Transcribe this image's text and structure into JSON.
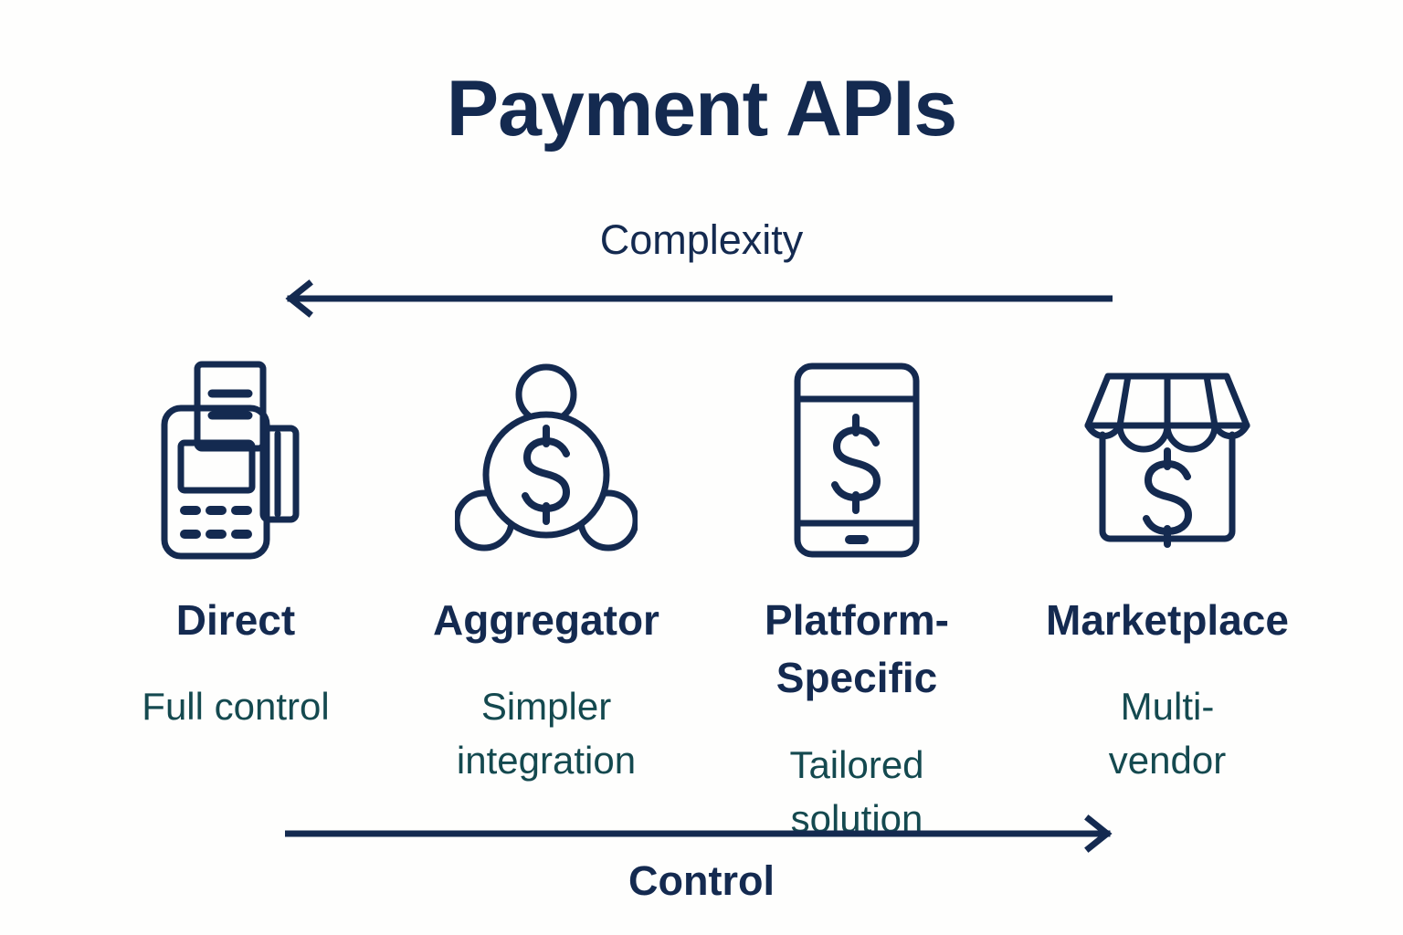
{
  "page": {
    "title": "Payment APIs",
    "background_color": "#fefefd",
    "primary_color": "#142a50",
    "accent_color": "#14494f"
  },
  "axes": {
    "top": {
      "caption": "Complexity",
      "direction": "left",
      "arrowhead": "chevron-left-icon"
    },
    "bottom": {
      "caption": "Control",
      "direction": "right",
      "arrowhead": "chevron-right-icon"
    }
  },
  "columns": [
    {
      "icon": "pos-terminal-icon",
      "label": "Direct",
      "sub": "Full control"
    },
    {
      "icon": "money-network-icon",
      "label": "Aggregator",
      "sub": "Simpler integration"
    },
    {
      "icon": "mobile-payment-icon",
      "label": "Platform-Specific",
      "sub": "Tailored solution"
    },
    {
      "icon": "storefront-icon",
      "label": "Marketplace",
      "sub": "Multi-vendor"
    }
  ]
}
